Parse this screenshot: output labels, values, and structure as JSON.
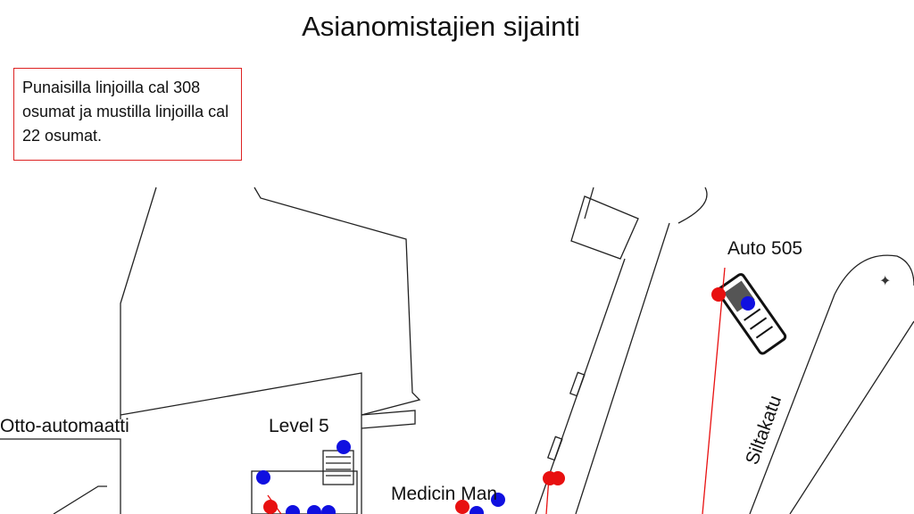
{
  "title": "Asianomistajien sijainti",
  "note": "Punaisilla linjoilla cal 308 osumat ja mustilla linjoilla cal 22 osumat.",
  "labels": {
    "auto": "Auto 505",
    "street": "Siltakatu",
    "otto": "Otto-automaatti",
    "level": "Level 5",
    "medicin": "Medicin Man"
  },
  "colors": {
    "red": "#e81010",
    "blue": "#1010e0",
    "box_border": "#d22222"
  }
}
